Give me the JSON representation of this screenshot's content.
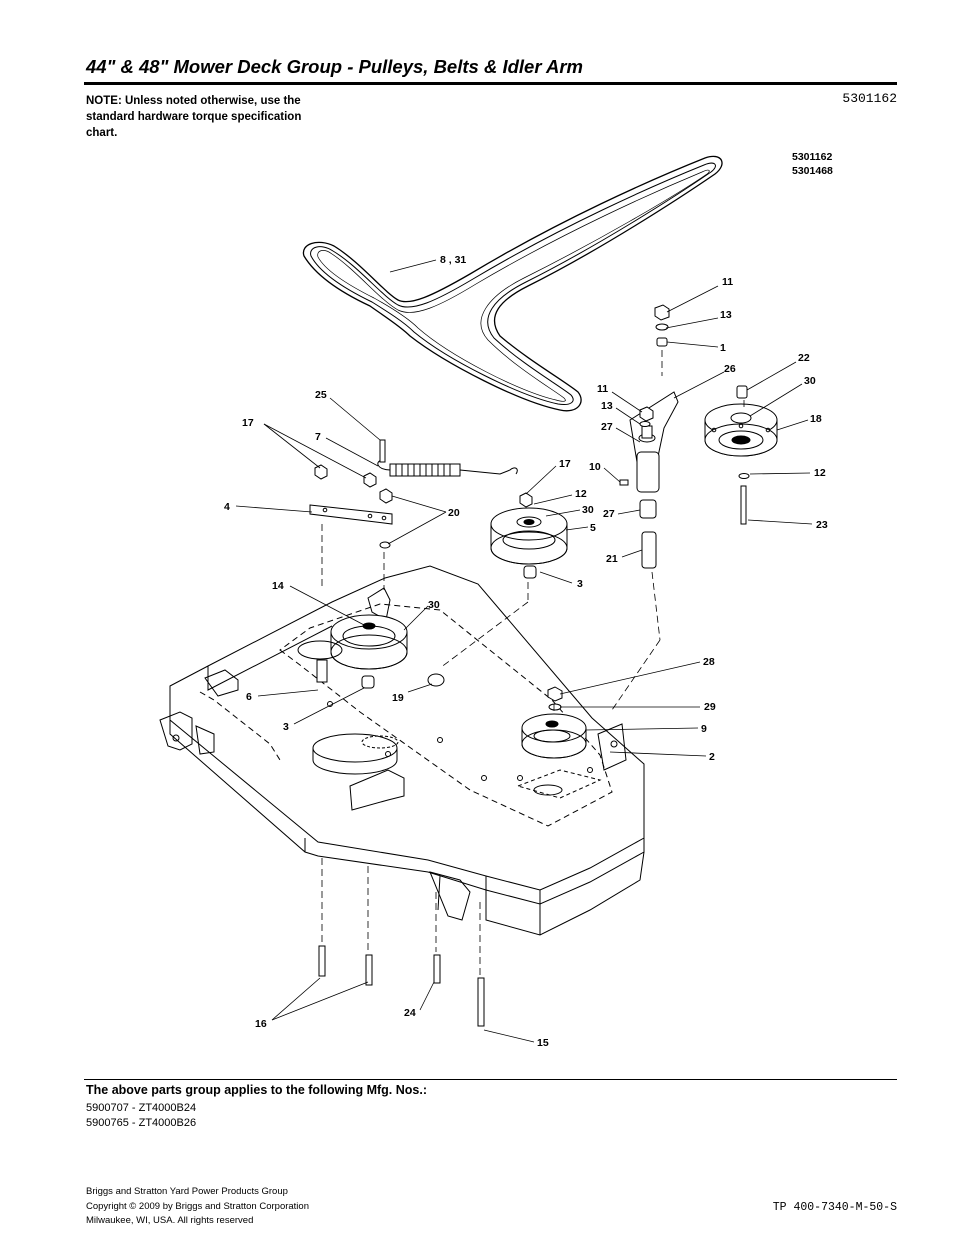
{
  "header": {
    "title": "44\" & 48\" Mower Deck Group - Pulleys, Belts & Idler Arm",
    "note": "NOTE: Unless noted otherwise, use the standard hardware torque specification chart.",
    "doc_number": "5301162"
  },
  "diagram": {
    "ref_numbers": [
      "5301162",
      "5301468"
    ],
    "callouts": [
      "8 , 31",
      "11",
      "13",
      "1",
      "22",
      "30",
      "26",
      "11",
      "13",
      "18",
      "27",
      "25",
      "17",
      "7",
      "17",
      "12",
      "10",
      "12",
      "27",
      "4",
      "20",
      "30",
      "5",
      "23",
      "21",
      "3",
      "14",
      "30",
      "28",
      "6",
      "19",
      "29",
      "3",
      "9",
      "2",
      "16",
      "24",
      "15"
    ]
  },
  "applies": {
    "heading": "The above parts group applies to the following Mfg. Nos.:",
    "mfg_numbers": [
      "5900707 - ZT4000B24",
      "5900765 - ZT4000B26"
    ]
  },
  "footer": {
    "lines": [
      "Briggs and Stratton Yard Power Products Group",
      "Copyright ©  2009 by Briggs and Stratton Corporation",
      "Milwaukee, WI, USA. All rights reserved"
    ],
    "tp_number": "TP 400-7340-M-50-S"
  }
}
